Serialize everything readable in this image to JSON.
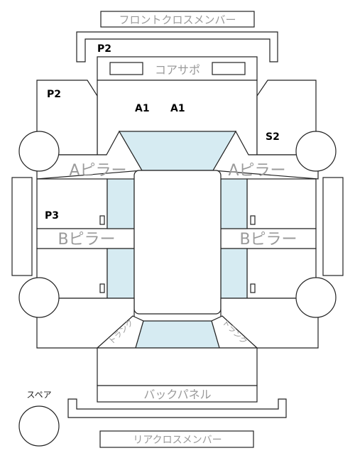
{
  "labels": {
    "front_cross_member": "フロントクロスメンバー",
    "core_support": "コアサポ",
    "a_pillar": "Aピラー",
    "b_pillar": "Bピラー",
    "back_panel": "バックパネル",
    "rear_cross_member": "リアクロスメンバー",
    "spare": "スペア",
    "trunk_left": "トランク",
    "trunk_right": "トランク"
  },
  "damage_codes": {
    "front_member": "P2",
    "left_fender": "P2",
    "hood_1": "A1",
    "hood_2": "A1",
    "right_fender": "S2",
    "left_front_door": "P3"
  },
  "colors": {
    "glass": "#d6ebf2",
    "label_gray": "#9a9a9a",
    "outline": "#222222"
  }
}
